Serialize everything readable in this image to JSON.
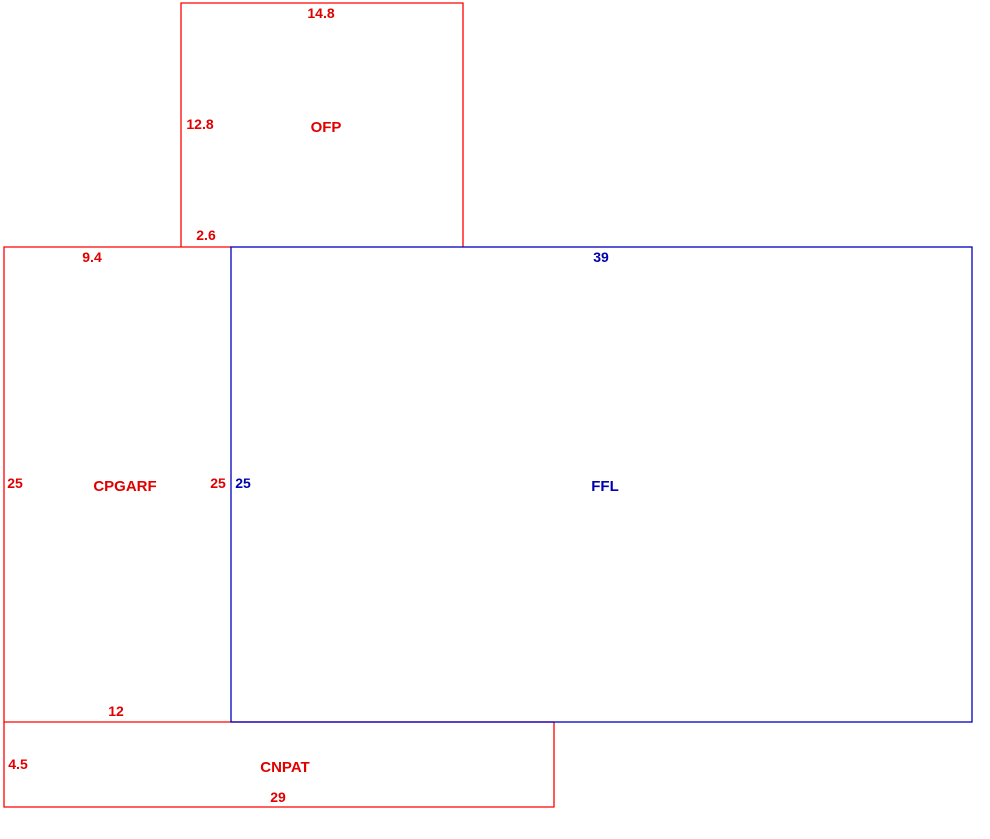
{
  "colors": {
    "secondary": "#ff0000",
    "main": "#0000c0",
    "background": "#ffffff"
  },
  "areas": {
    "ofp": {
      "label": "OFP",
      "dimensions": {
        "top": "14.8",
        "left": "12.8",
        "bottom": "2.6"
      }
    },
    "cpgarf": {
      "label": "CPGARF",
      "dimensions": {
        "top": "9.4",
        "left": "25",
        "right": "25",
        "bottom": "12"
      }
    },
    "ffl": {
      "label": "FFL",
      "dimensions": {
        "top": "39",
        "left": "25"
      }
    },
    "cnpat": {
      "label": "CNPAT",
      "dimensions": {
        "left": "4.5",
        "bottom": "29"
      }
    }
  }
}
